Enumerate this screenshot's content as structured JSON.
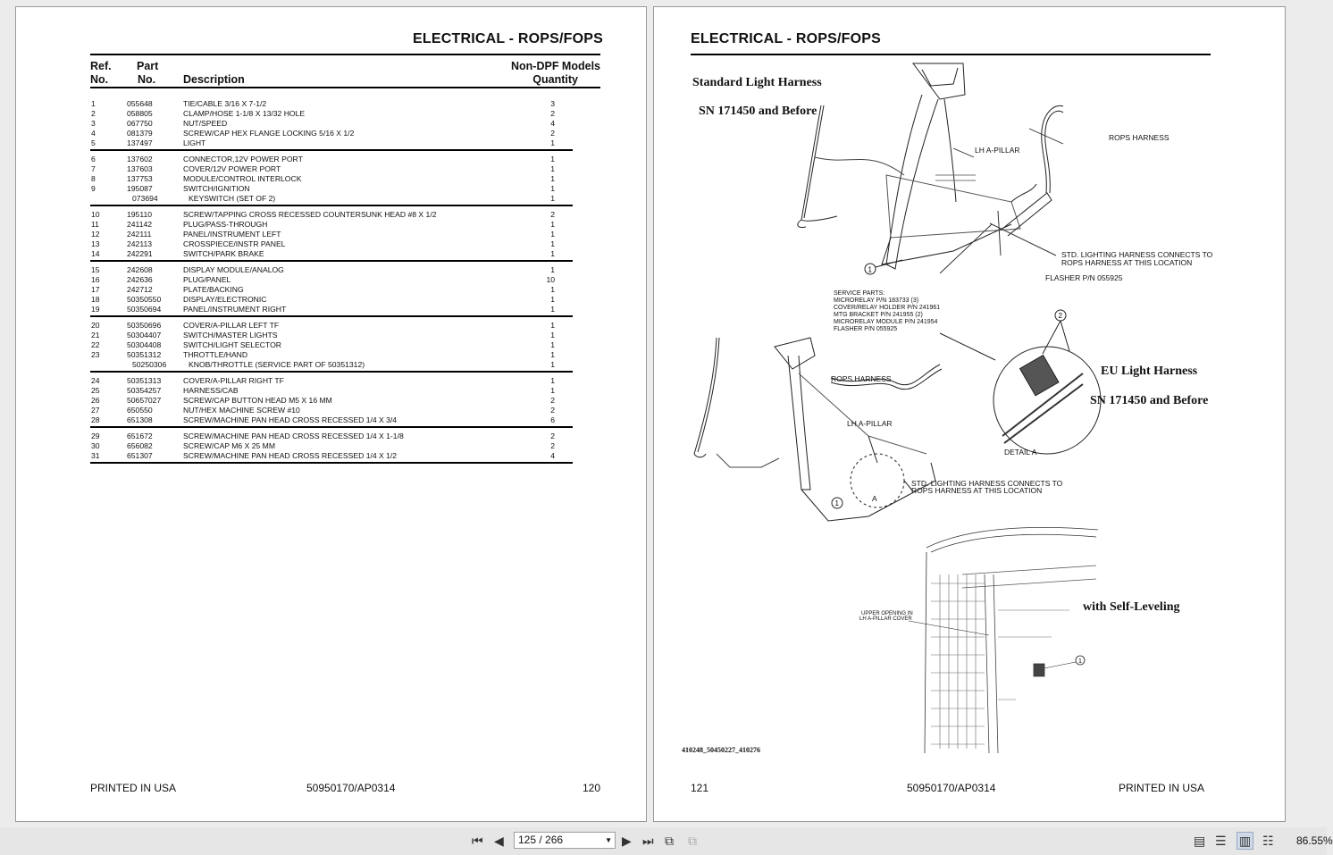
{
  "left_page": {
    "title": "ELECTRICAL - ROPS/FOPS",
    "headers": {
      "ref_line1": "Ref.",
      "ref_line2": "No.",
      "part_line1": "Part",
      "part_line2": "No.",
      "description": "Description",
      "qty_line1": "Non-DPF Models",
      "qty_line2": "Quantity"
    },
    "groups": [
      [
        {
          "ref": "1",
          "part": "055648",
          "desc": "TIE/CABLE 3/16 X 7-1/2",
          "qty": "3"
        },
        {
          "ref": "2",
          "part": "058805",
          "desc": "CLAMP/HOSE 1-1/8 X 13/32 HOLE",
          "qty": "2"
        },
        {
          "ref": "3",
          "part": "067750",
          "desc": "NUT/SPEED",
          "qty": "4"
        },
        {
          "ref": "4",
          "part": "081379",
          "desc": "SCREW/CAP HEX FLANGE LOCKING 5/16 X 1/2",
          "qty": "2"
        },
        {
          "ref": "5",
          "part": "137497",
          "desc": "LIGHT",
          "qty": "1"
        }
      ],
      [
        {
          "ref": "6",
          "part": "137602",
          "desc": "CONNECTOR,12V POWER PORT",
          "qty": "1"
        },
        {
          "ref": "7",
          "part": "137603",
          "desc": "COVER/12V POWER PORT",
          "qty": "1"
        },
        {
          "ref": "8",
          "part": "137753",
          "desc": "MODULE/CONTROL INTERLOCK",
          "qty": "1"
        },
        {
          "ref": "9",
          "part": "195087",
          "desc": "SWITCH/IGNITION",
          "qty": "1"
        },
        {
          "ref": "",
          "part": "073694",
          "desc": "KEYSWITCH (SET OF 2)",
          "qty": "1",
          "sub": true
        }
      ],
      [
        {
          "ref": "10",
          "part": "195110",
          "desc": "SCREW/TAPPING CROSS RECESSED COUNTERSUNK HEAD #8 X 1/2",
          "qty": "2"
        },
        {
          "ref": "11",
          "part": "241142",
          "desc": "PLUG/PASS-THROUGH",
          "qty": "1"
        },
        {
          "ref": "12",
          "part": "242111",
          "desc": "PANEL/INSTRUMENT LEFT",
          "qty": "1"
        },
        {
          "ref": "13",
          "part": "242113",
          "desc": "CROSSPIECE/INSTR PANEL",
          "qty": "1"
        },
        {
          "ref": "14",
          "part": "242291",
          "desc": "SWITCH/PARK BRAKE",
          "qty": "1"
        }
      ],
      [
        {
          "ref": "15",
          "part": "242608",
          "desc": "DISPLAY MODULE/ANALOG",
          "qty": "1"
        },
        {
          "ref": "16",
          "part": "242636",
          "desc": "PLUG/PANEL",
          "qty": "10"
        },
        {
          "ref": "17",
          "part": "242712",
          "desc": "PLATE/BACKING",
          "qty": "1"
        },
        {
          "ref": "18",
          "part": "50350550",
          "desc": "DISPLAY/ELECTRONIC",
          "qty": "1"
        },
        {
          "ref": "19",
          "part": "50350694",
          "desc": "PANEL/INSTRUMENT RIGHT",
          "qty": "1"
        }
      ],
      [
        {
          "ref": "20",
          "part": "50350696",
          "desc": "COVER/A-PILLAR LEFT TF",
          "qty": "1"
        },
        {
          "ref": "21",
          "part": "50304407",
          "desc": "SWITCH/MASTER LIGHTS",
          "qty": "1"
        },
        {
          "ref": "22",
          "part": "50304408",
          "desc": "SWITCH/LIGHT SELECTOR",
          "qty": "1"
        },
        {
          "ref": "23",
          "part": "50351312",
          "desc": "THROTTLE/HAND",
          "qty": "1"
        },
        {
          "ref": "",
          "part": "50250306",
          "desc": "KNOB/THROTTLE (SERVICE PART OF 50351312)",
          "qty": "1",
          "sub": true
        }
      ],
      [
        {
          "ref": "24",
          "part": "50351313",
          "desc": "COVER/A-PILLAR RIGHT TF",
          "qty": "1"
        },
        {
          "ref": "25",
          "part": "50354257",
          "desc": "HARNESS/CAB",
          "qty": "1"
        },
        {
          "ref": "26",
          "part": "50657027",
          "desc": "SCREW/CAP BUTTON HEAD M5 X 16 MM",
          "qty": "2"
        },
        {
          "ref": "27",
          "part": "650550",
          "desc": "NUT/HEX MACHINE SCREW #10",
          "qty": "2"
        },
        {
          "ref": "28",
          "part": "651308",
          "desc": "SCREW/MACHINE PAN HEAD CROSS RECESSED 1/4 X 3/4",
          "qty": "6"
        }
      ],
      [
        {
          "ref": "29",
          "part": "651672",
          "desc": "SCREW/MACHINE PAN HEAD CROSS RECESSED 1/4 X 1-1/8",
          "qty": "2"
        },
        {
          "ref": "30",
          "part": "656082",
          "desc": "SCREW/CAP M6 X 25 MM",
          "qty": "2"
        },
        {
          "ref": "31",
          "part": "651307",
          "desc": "SCREW/MACHINE PAN HEAD CROSS RECESSED 1/4 X 1/2",
          "qty": "4"
        }
      ]
    ],
    "footer": {
      "printed": "PRINTED IN USA",
      "doc": "50950170/AP0314",
      "page": "120"
    }
  },
  "right_page": {
    "title": "ELECTRICAL - ROPS/FOPS",
    "standard_label_1": "Standard Light Harness",
    "standard_label_2": "SN 171450 and Before",
    "eu_label_1": "EU Light Harness",
    "eu_label_2": "SN 171450 and Before",
    "selflevel_label": "with Self-Leveling",
    "callouts": {
      "rops_harness_1": "ROPS HARNESS",
      "lh_apillar_1": "LH A-PILLAR",
      "std_connects_1": "STD. LIGHTING HARNESS CONNECTS TO",
      "std_connects_2": "ROPS HARNESS AT THIS LOCATION",
      "flasher": "FLASHER P/N 055925",
      "rops_harness_2": "ROPS HARNESS",
      "lh_apillar_2": "LH A-PILLAR",
      "std2_connects_1": "STD. LIGHTING HARNESS CONNECTS TO",
      "std2_connects_2": "ROPS HARNESS AT THIS LOCATION",
      "detail_a": "DETAIL A",
      "detail_marker": "A",
      "upper_opening_1": "UPPER OPENING IN",
      "upper_opening_2": "LH A-PILLAR COVER",
      "balloon_1": "1",
      "balloon_2": "2"
    },
    "service_parts": [
      "SERVICE PARTS:",
      "MICRORELAY        P/N 183733 (3)",
      "COVER/RELAY HOLDER  P/N 241961",
      "MTG BRACKET       P/N 241955 (2)",
      "MICRORELAY MODULE  P/N 241954",
      "FLASHER           P/N 055925"
    ],
    "figure_id": "410248_50450227_410276",
    "footer": {
      "page": "121",
      "doc": "50950170/AP0314",
      "printed": "PRINTED IN USA"
    }
  },
  "toolbar": {
    "page_indicator": "125 / 266",
    "zoom": "86.55%"
  }
}
